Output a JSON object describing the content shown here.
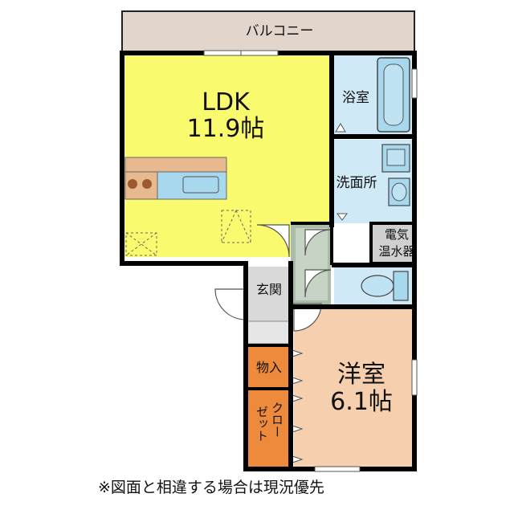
{
  "rooms": {
    "balcony": "バルコニー",
    "ldk_name": "LDK",
    "ldk_size": "11.9帖",
    "bath": "浴室",
    "washroom": "洗面所",
    "water_heater_line1": "電気",
    "water_heater_line2": "温水器",
    "entrance": "玄関",
    "storage": "物入",
    "closet_col1": "クロー",
    "closet_col2": "ゼット",
    "western_name": "洋室",
    "western_size": "6.1帖"
  },
  "colors": {
    "ldk": "#FAFA6E",
    "bath": "#CFE9F6",
    "western": "#F5CFAE",
    "balcony": "#E2D5CB",
    "closet": "#EE8A3C",
    "kitchen": "#E8B98E",
    "sink": "#A8D8EE",
    "entrance": "#D9D9D9",
    "corridor": "#A9BCA7",
    "wall": "#000000"
  },
  "footer_note": "※図面と相違する場合は現況優先"
}
